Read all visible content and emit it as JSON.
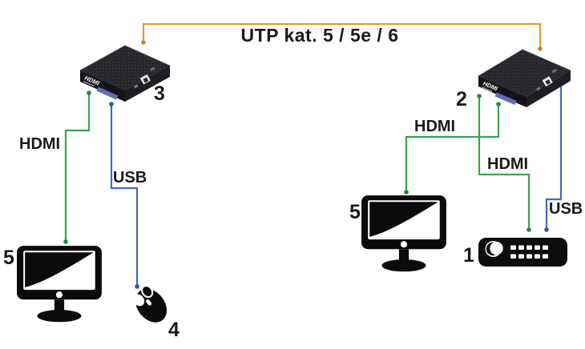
{
  "diagram": {
    "utp_label": "UTP kat. 5 / 5e / 6",
    "cable_labels": {
      "left_hdmi": "HDMI",
      "left_usb": "USB",
      "right_hdmi_to_monitor": "HDMI",
      "right_hdmi_to_player": "HDMI",
      "right_usb": "USB"
    },
    "device_numbers": {
      "left_extender": "3",
      "right_extender": "2",
      "left_monitor": "5",
      "mouse": "4",
      "right_monitor": "5",
      "player": "1"
    },
    "devices": {
      "left_extender_brand": "HDMI",
      "right_extender_brand": "HDMI"
    },
    "colors": {
      "utp_cable": "#e2973f",
      "hdmi_cable": "#3aa54a",
      "usb_cable": "#3e6bc6",
      "label_text": "#1a1a1a"
    }
  }
}
